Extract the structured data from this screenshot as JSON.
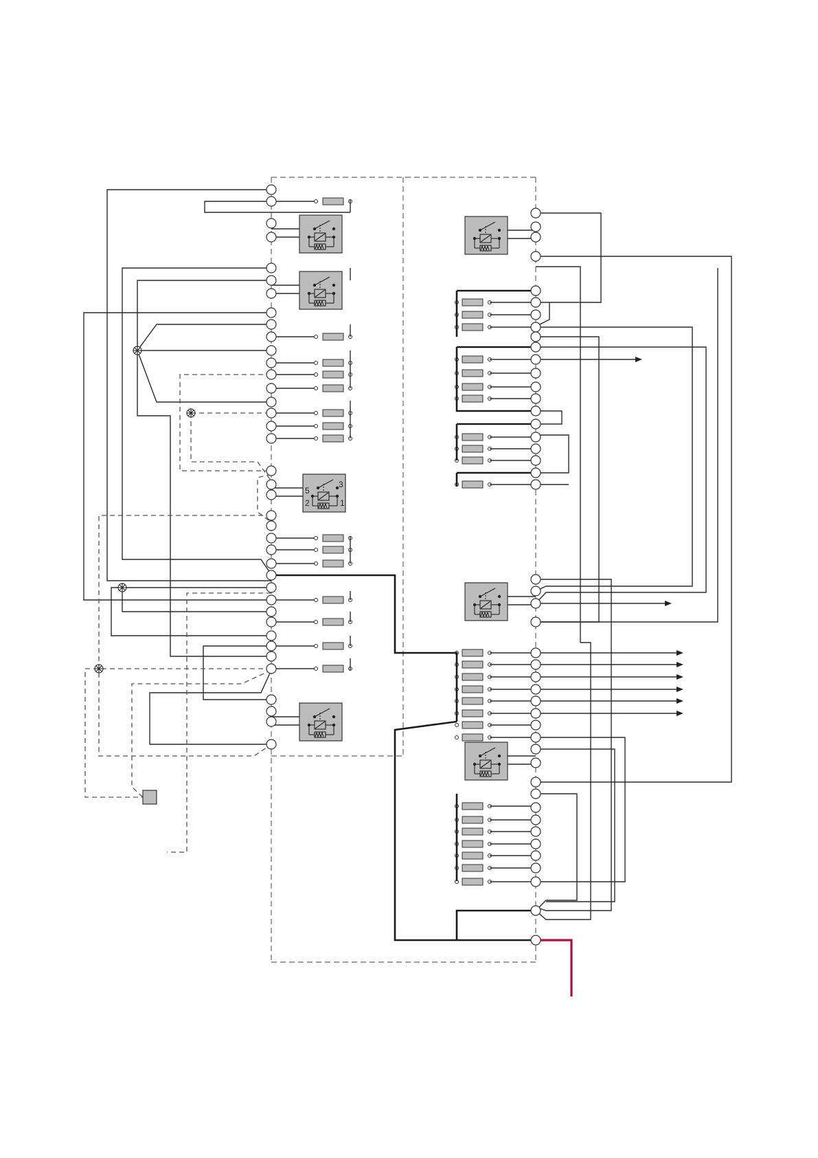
{
  "diagram": {
    "relay_pin_labels": [
      "5",
      "3",
      "2",
      "1"
    ],
    "colors": {
      "wire": "#2b2b2b",
      "dashed_wire": "#555555",
      "relay_fill": "#bcbcbc",
      "fuse_fill": "#bdbdbd",
      "power_feed": "#b0103a"
    },
    "icons": [
      "relay-icon",
      "fuse-icon",
      "connector-pin-icon",
      "splice-icon",
      "ground-block-icon",
      "arrow-icon"
    ]
  }
}
